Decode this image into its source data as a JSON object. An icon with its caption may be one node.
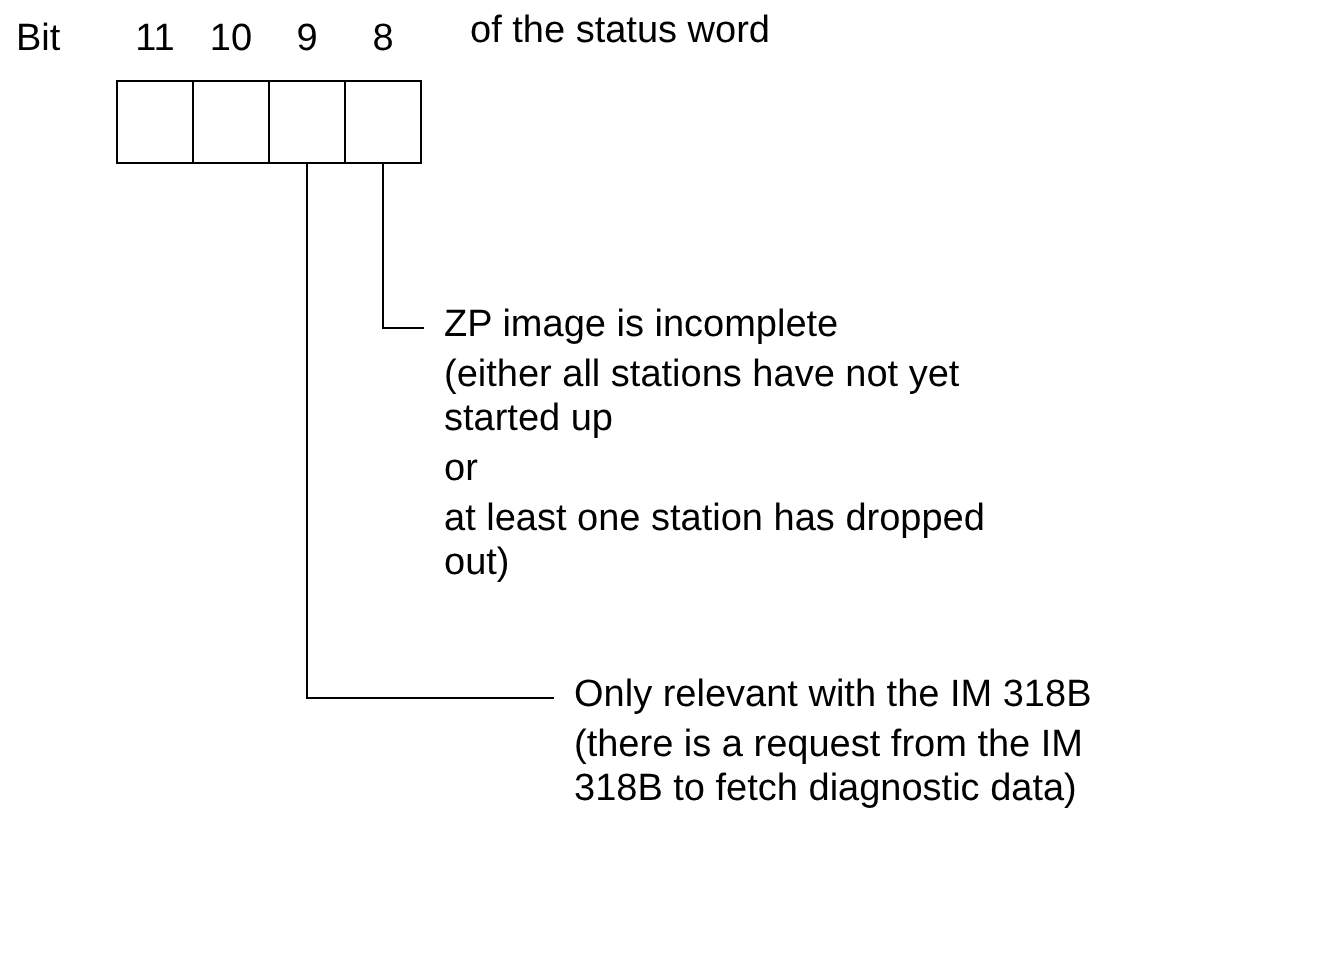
{
  "diagram": {
    "nodes": [
      {
        "text": [],
        "shape": "box",
        "beside": [
          "11"
        ]
      },
      {
        "text": [],
        "shape": "box",
        "beside": [
          "10"
        ]
      },
      {
        "text": [],
        "shape": "box",
        "beside": [
          "9"
        ]
      },
      {
        "text": [],
        "shape": "box",
        "beside": [
          "8"
        ]
      },
      {
        "text": [
          "ZP image is incomplete",
          "(either all stations have not yet started up",
          "or",
          "at least one station has dropped out)"
        ]
      },
      {
        "text": [
          "Only relevant with the IM 318B",
          "(there is a request from the IM 318B to fetch diagnostic data)"
        ]
      }
    ],
    "edges": [
      {
        "from": 4,
        "to": 3,
        "arrow": "none"
      },
      {
        "from": 5,
        "to": 2,
        "arrow": "none"
      }
    ],
    "labels": [
      "Bit",
      "of the status word"
    ]
  }
}
